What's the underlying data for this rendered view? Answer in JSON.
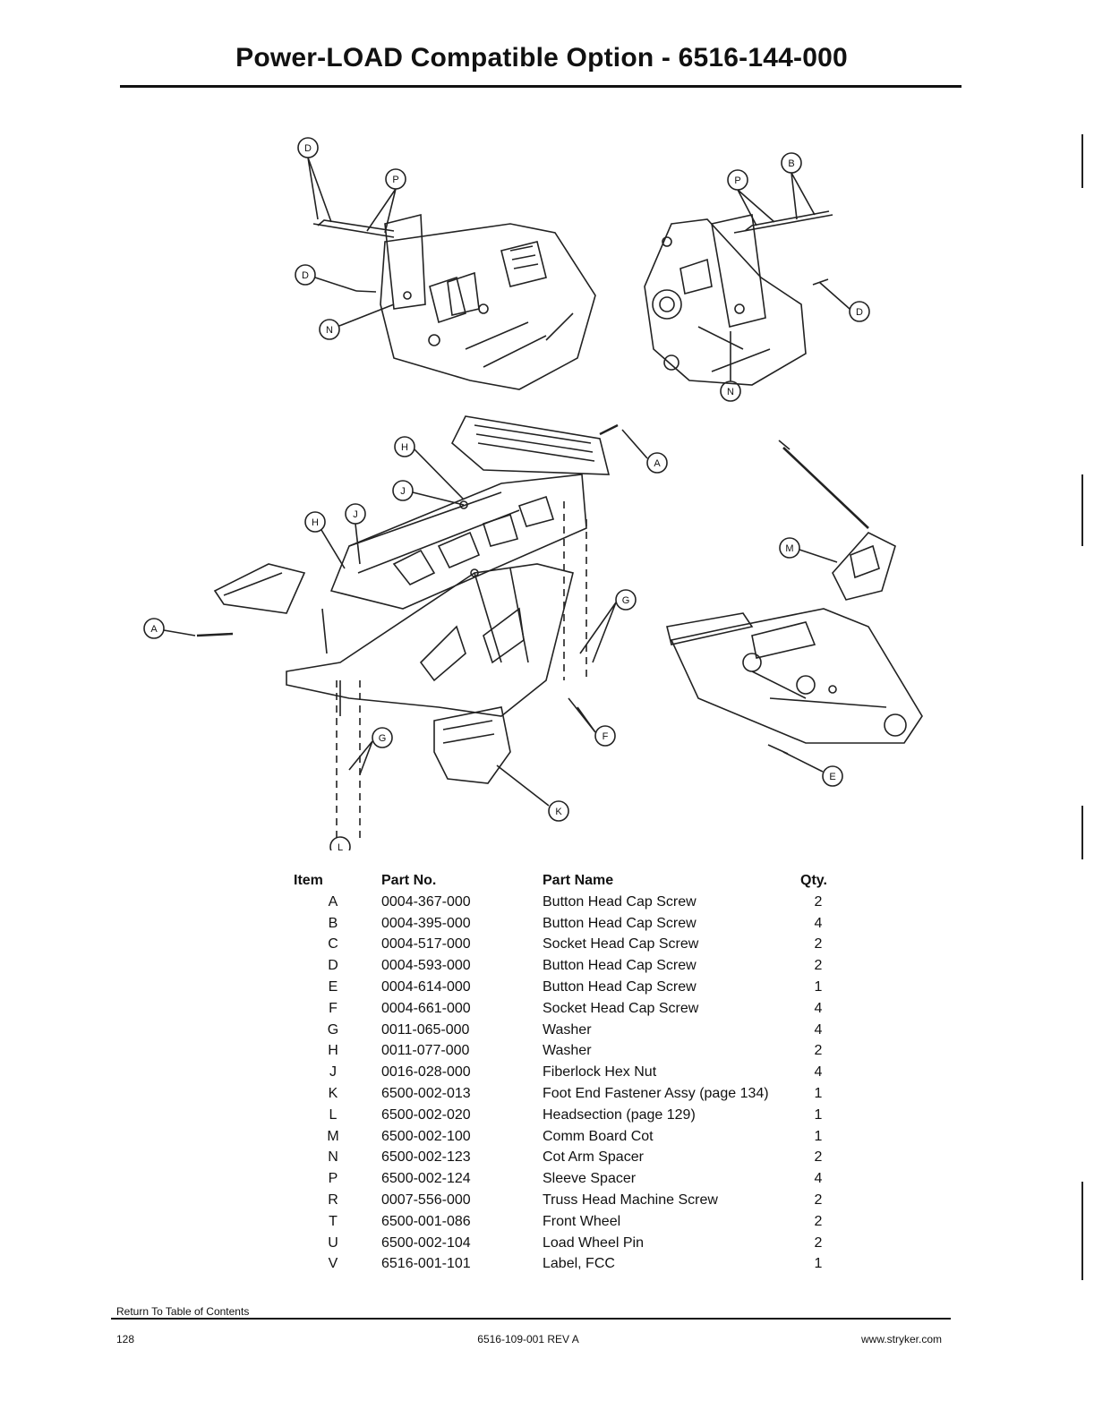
{
  "header": {
    "title": "Power-LOAD Compatible Option - 6516-144-000"
  },
  "diagram": {
    "callouts": {
      "c1": "D",
      "c2": "P",
      "c3": "D",
      "c4": "N",
      "c5": "B",
      "c6": "P",
      "c7": "D",
      "c8": "N",
      "c9": "H",
      "c10": "A",
      "c11": "J",
      "c12": "H",
      "c13": "J",
      "c14": "A",
      "c15": "M",
      "c16": "G",
      "c17": "F",
      "c18": "G",
      "c19": "K",
      "c20": "E",
      "c21": "L"
    }
  },
  "table": {
    "headers": {
      "item": "Item",
      "part_no": "Part No.",
      "part_name": "Part Name",
      "qty": "Qty."
    },
    "rows": [
      {
        "item": "A",
        "part_no": "0004-367-000",
        "part_name": "Button Head Cap Screw",
        "qty": "2"
      },
      {
        "item": "B",
        "part_no": "0004-395-000",
        "part_name": "Button Head Cap Screw",
        "qty": "4"
      },
      {
        "item": "C",
        "part_no": "0004-517-000",
        "part_name": "Socket Head Cap Screw",
        "qty": "2"
      },
      {
        "item": "D",
        "part_no": "0004-593-000",
        "part_name": "Button Head Cap Screw",
        "qty": "2"
      },
      {
        "item": "E",
        "part_no": "0004-614-000",
        "part_name": "Button Head Cap Screw",
        "qty": "1"
      },
      {
        "item": "F",
        "part_no": "0004-661-000",
        "part_name": "Socket Head Cap Screw",
        "qty": "4"
      },
      {
        "item": "G",
        "part_no": "0011-065-000",
        "part_name": "Washer",
        "qty": "4"
      },
      {
        "item": "H",
        "part_no": "0011-077-000",
        "part_name": "Washer",
        "qty": "2"
      },
      {
        "item": "J",
        "part_no": "0016-028-000",
        "part_name": "Fiberlock Hex Nut",
        "qty": "4"
      },
      {
        "item": "K",
        "part_no": "6500-002-013",
        "part_name": "Foot End Fastener Assy (page 134)",
        "qty": "1"
      },
      {
        "item": "L",
        "part_no": "6500-002-020",
        "part_name": "Headsection (page 129)",
        "qty": "1"
      },
      {
        "item": "M",
        "part_no": "6500-002-100",
        "part_name": "Comm Board Cot",
        "qty": "1"
      },
      {
        "item": "N",
        "part_no": "6500-002-123",
        "part_name": "Cot Arm Spacer",
        "qty": "2"
      },
      {
        "item": "P",
        "part_no": "6500-002-124",
        "part_name": "Sleeve Spacer",
        "qty": "4"
      },
      {
        "item": "R",
        "part_no": "0007-556-000",
        "part_name": "Truss Head Machine Screw",
        "qty": "2"
      },
      {
        "item": "T",
        "part_no": "6500-001-086",
        "part_name": "Front Wheel",
        "qty": "2"
      },
      {
        "item": "U",
        "part_no": "6500-002-104",
        "part_name": "Load Wheel Pin",
        "qty": "2"
      },
      {
        "item": "V",
        "part_no": "6516-001-101",
        "part_name": "Label, FCC",
        "qty": "1"
      }
    ]
  },
  "footer": {
    "return_link": "Return To Table of Contents",
    "page_number": "128",
    "doc_number": "6516-109-001 REV A",
    "website": "www.stryker.com"
  }
}
